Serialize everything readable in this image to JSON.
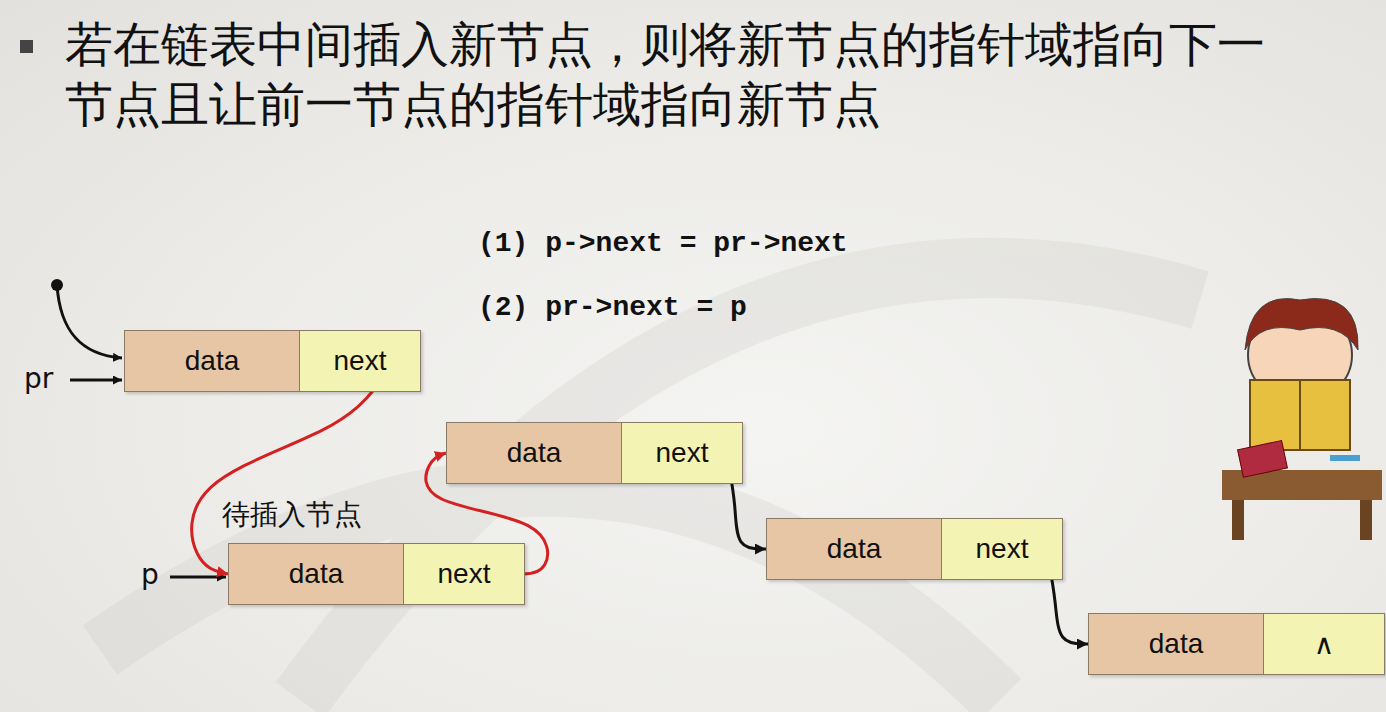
{
  "diagram": {
    "title": "若在链表中间插入新节点，则将新节点的指针域指向下一节点且让前一节点的指针域指向新节点",
    "nodes": [
      {
        "text": [
          "data",
          "next"
        ]
      },
      {
        "text": [
          "data",
          "next"
        ]
      },
      {
        "text": [
          "data",
          "next"
        ]
      },
      {
        "text": [
          "data",
          "next"
        ]
      },
      {
        "text": [
          "data",
          "∧"
        ]
      }
    ],
    "edges": [
      {
        "from": 0,
        "to": 1,
        "arrow": "to"
      },
      {
        "from": 1,
        "to": 2,
        "arrow": "to"
      },
      {
        "from": 2,
        "to": 3,
        "arrow": "to"
      },
      {
        "from": 3,
        "to": 4,
        "arrow": "to"
      }
    ],
    "labels": [
      "(1) p->next = pr->next",
      "(2) pr->next = p",
      "pr",
      "p",
      "待插入节点"
    ]
  }
}
